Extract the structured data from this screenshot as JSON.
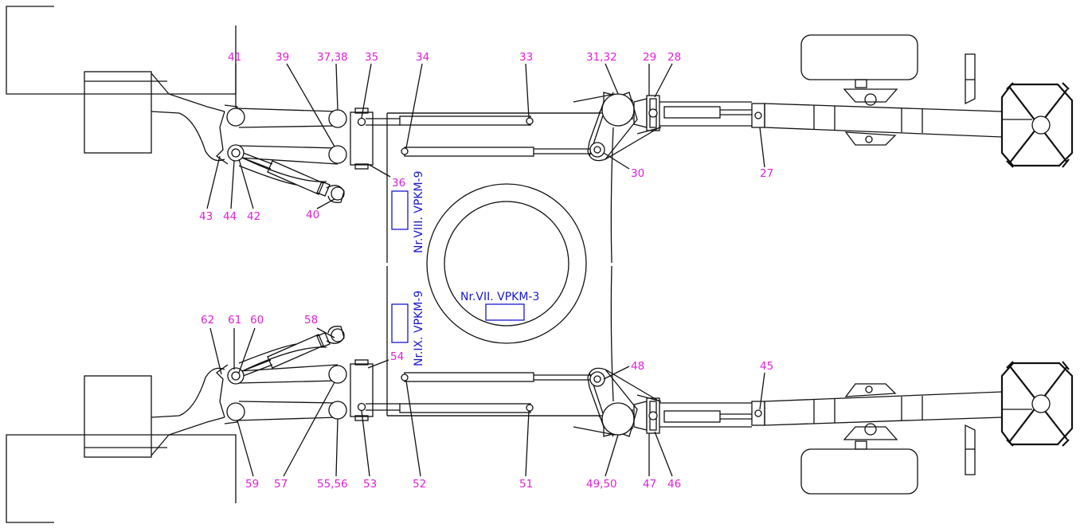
{
  "labels": {
    "vpkm9_top": "Nr.VIII. VPKM-9",
    "vpkm9_bottom": "Nr.IX. VPKM-9",
    "vpkm3": "Nr.VII. VPKM-3"
  },
  "part_numbers": {
    "n27": "27",
    "n28": "28",
    "n29": "29",
    "n30": "30",
    "n31_32": "31,32",
    "n33": "33",
    "n34": "34",
    "n35": "35",
    "n36": "36",
    "n37_38": "37,38",
    "n39": "39",
    "n40": "40",
    "n41": "41",
    "n42": "42",
    "n43": "43",
    "n44": "44",
    "n45": "45",
    "n46": "46",
    "n47": "47",
    "n48": "48",
    "n49_50": "49,50",
    "n51": "51",
    "n52": "52",
    "n53": "53",
    "n54": "54",
    "n55_56": "55,56",
    "n57": "57",
    "n58": "58",
    "n59": "59",
    "n60": "60",
    "n61": "61",
    "n62": "62"
  },
  "colors": {
    "part_number": "#e020d8",
    "label": "#1818d0",
    "line": "#111111"
  }
}
